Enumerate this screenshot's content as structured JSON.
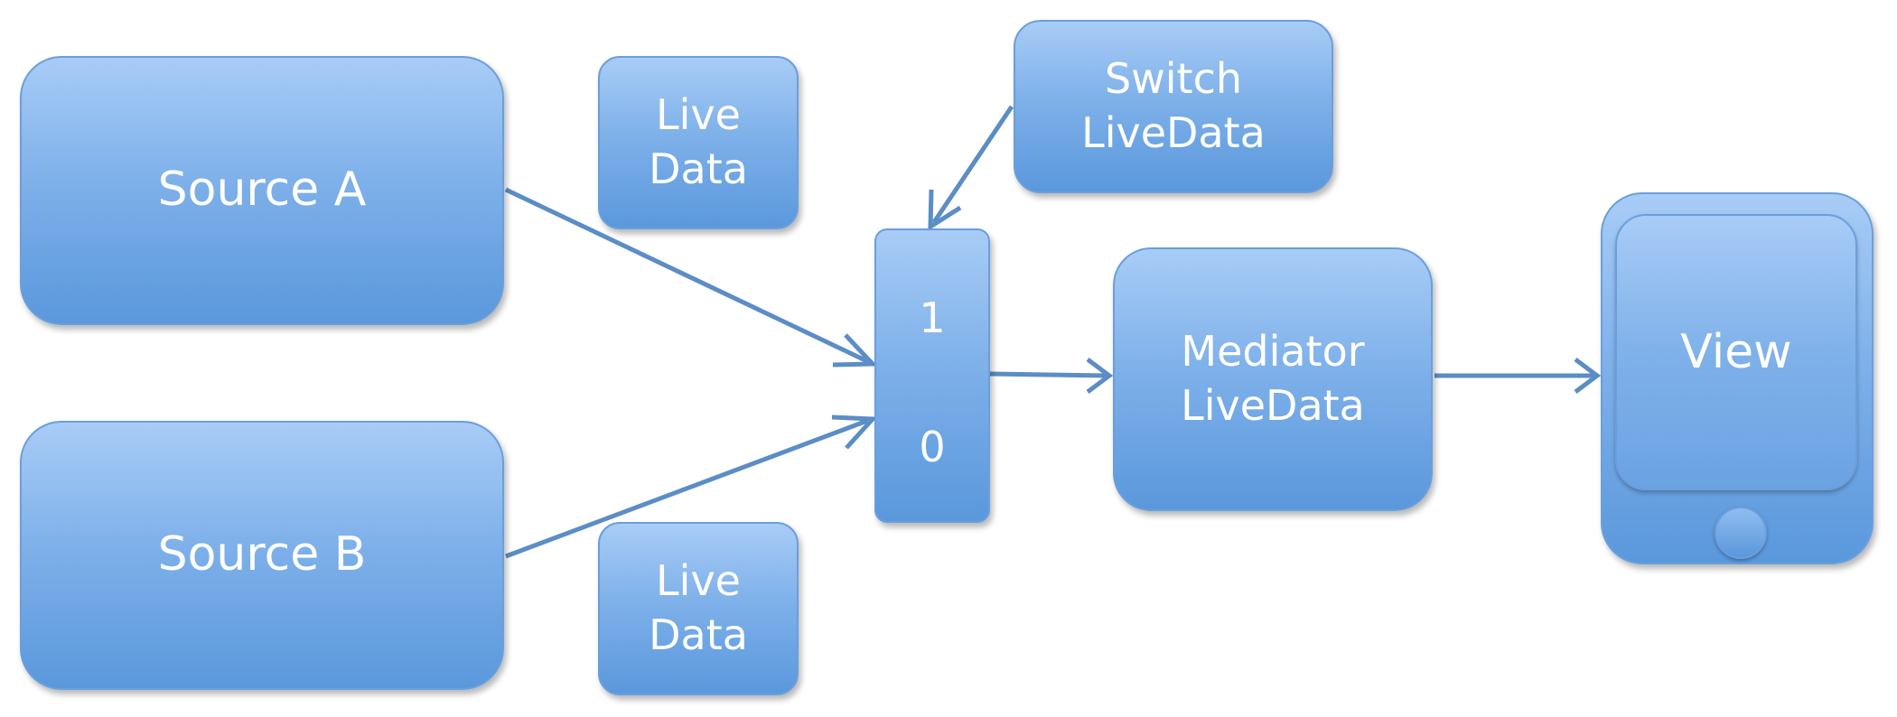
{
  "nodes": {
    "source_a": {
      "label": "Source A"
    },
    "source_b": {
      "label": "Source B"
    },
    "livedata_a": {
      "line1": "Live",
      "line2": "Data"
    },
    "livedata_b": {
      "line1": "Live",
      "line2": "Data"
    },
    "switch_livedata": {
      "line1": "Switch",
      "line2": "LiveData"
    },
    "selector": {
      "one": "1",
      "zero": "0"
    },
    "mediator_livedata": {
      "line1": "Mediator",
      "line2": "LiveData"
    },
    "view": {
      "label": "View"
    }
  },
  "edges": [
    {
      "from": "source_a",
      "to": "selector.1"
    },
    {
      "from": "source_b",
      "to": "selector.0"
    },
    {
      "from": "switch_livedata",
      "to": "selector"
    },
    {
      "from": "selector",
      "to": "mediator_livedata"
    },
    {
      "from": "mediator_livedata",
      "to": "view"
    }
  ],
  "colors": {
    "node_fill_top": "#a8ccf6",
    "node_fill_bottom": "#5a98dc",
    "node_border": "#6a9fdc",
    "edge": "#5b8dc6",
    "text": "#ffffff"
  }
}
